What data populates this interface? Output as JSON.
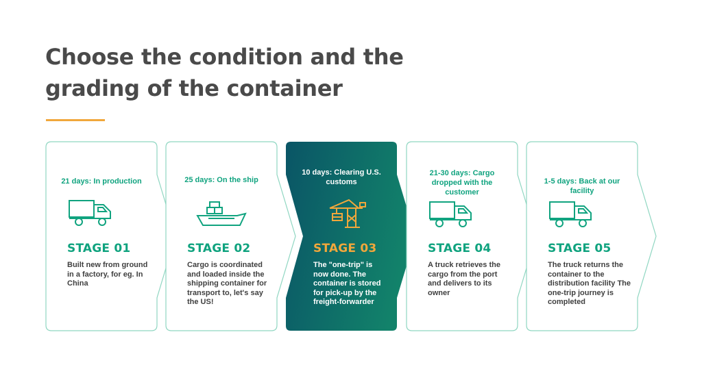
{
  "title": "Choose the condition and the grading of the container",
  "colors": {
    "accent_green": "#10a37f",
    "border_green": "#8fd6c1",
    "orange": "#f1a73b",
    "text_dark": "#4a4a4a",
    "active_gradient_start": "#0a5566",
    "active_gradient_end": "#12826a"
  },
  "stages": [
    {
      "duration": "21 days: In production",
      "icon": "truck-icon",
      "label": "STAGE 01",
      "description": "Built new from ground in a factory, for eg. In China",
      "active": false
    },
    {
      "duration": "25 days:  On the ship",
      "icon": "ship-icon",
      "label": "STAGE 02",
      "description": "Cargo is coordinated and loaded inside the shipping container for transport to, let's say the US!",
      "active": false
    },
    {
      "duration": "10 days: Clearing U.S. customs",
      "icon": "crane-icon",
      "label": "STAGE 03",
      "description": "The \"one-trip\" is now done. The container is stored for pick-up by the freight-forwarder",
      "active": true
    },
    {
      "duration": "21-30 days: Cargo dropped with the customer",
      "icon": "truck-icon",
      "label": "STAGE 04",
      "description": "A truck retrieves the cargo from the port and delivers to its owner",
      "active": false
    },
    {
      "duration": "1-5 days: Back at our facility",
      "icon": "truck-icon",
      "label": "STAGE 05",
      "description": "The truck returns the container to the distribution facility The one-trip journey is completed",
      "active": false
    }
  ]
}
